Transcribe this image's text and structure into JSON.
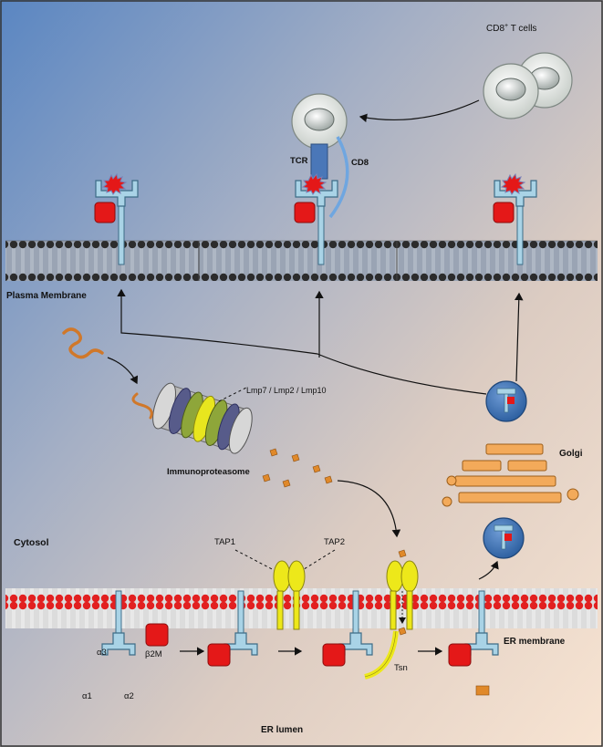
{
  "labels": {
    "tcells": "CD8",
    "tcells_sup": "+",
    "tcells_rest": " T cells",
    "tcr": "TCR",
    "cd8": "CD8",
    "plasma_membrane": "Plasma Membrane",
    "lmp": "Lmp7 / Lmp2 / Lmp10",
    "immunoproteasome": "Immunoproteasome",
    "golgi": "Golgi",
    "cytosol": "Cytosol",
    "tap1": "TAP1",
    "tap2": "TAP2",
    "alpha3": "α3",
    "alpha1": "α1",
    "alpha2": "α2",
    "b2m": "β2M",
    "tsn": "Tsn",
    "er_membrane": "ER membrane",
    "er_lumen": "ER lumen"
  },
  "colors": {
    "bg_top_left": "#5e8ac4",
    "bg_bottom_right": "#f6e4d4",
    "mhc_blue": "#a9d3e6",
    "mhc_stroke": "#3d6c87",
    "b2m_red": "#e41818",
    "peptide_orange": "#e08a2a",
    "tap_yellow": "#ede81a",
    "golgi_orange": "#f3aa5a",
    "tcr_blue": "#4a77b8",
    "lipid_dark": "#2c2c2c",
    "lipid_red": "#e52222"
  }
}
